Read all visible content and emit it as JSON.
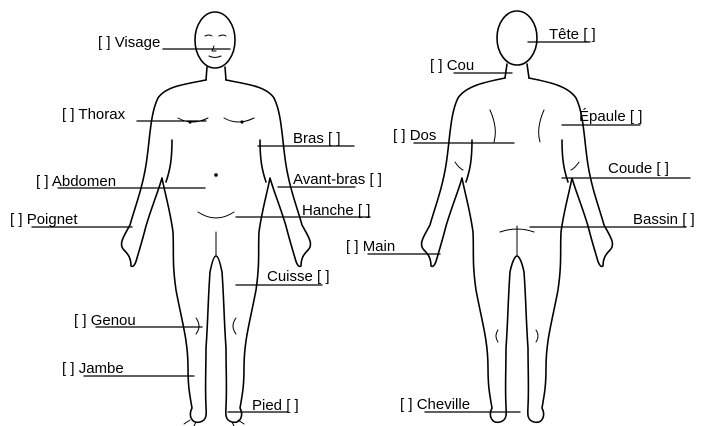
{
  "checkbox_glyph": "[ ]",
  "labels": {
    "visage": "Visage",
    "thorax": "Thorax",
    "bras": "Bras",
    "abdomen": "Abdomen",
    "avant_bras": "Avant-bras",
    "poignet": "Poignet",
    "hanche": "Hanche",
    "cuisse": "Cuisse",
    "genou": "Genou",
    "jambe": "Jambe",
    "pied": "Pied",
    "tete": "Tête",
    "cou": "Cou",
    "epaule": "Épaule",
    "dos": "Dos",
    "coude": "Coude",
    "bassin": "Bassin",
    "main": "Main",
    "cheville": "Cheville"
  }
}
